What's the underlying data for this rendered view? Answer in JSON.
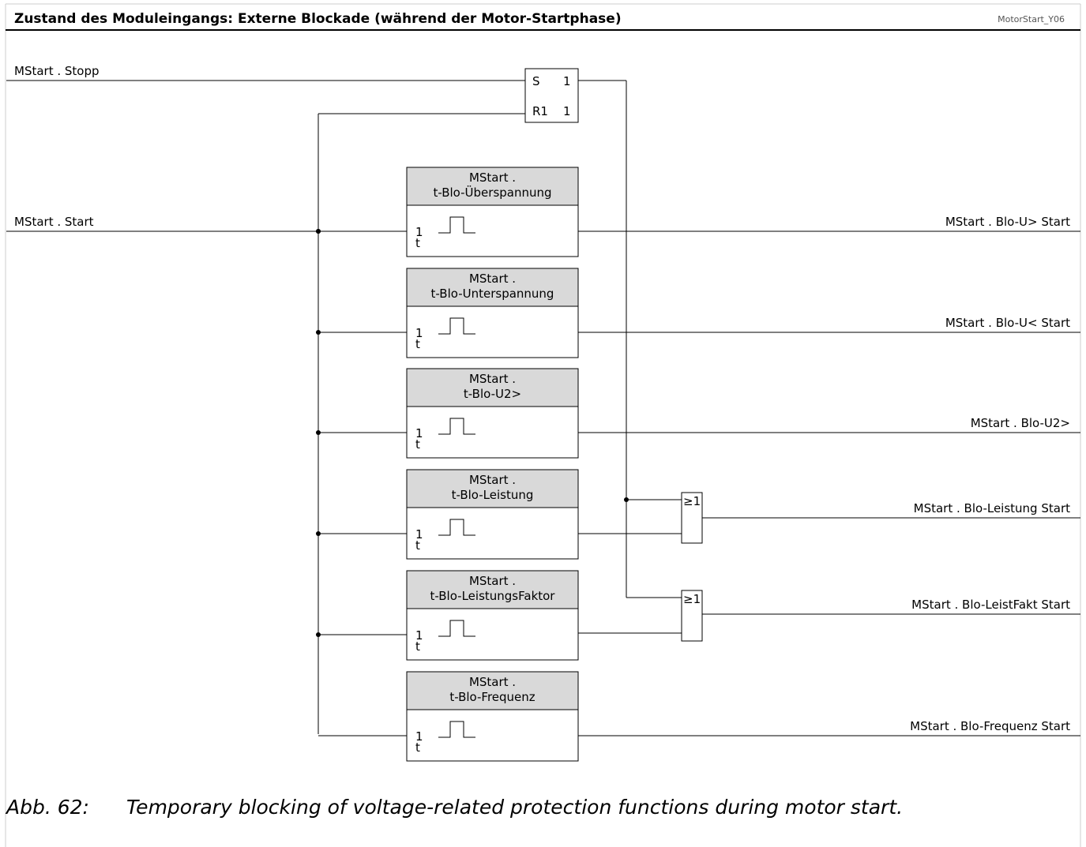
{
  "header": {
    "title": "Zustand des Moduleingangs: Externe Blockade (während der Motor-Startphase)",
    "ref": "MotorStart_Y06"
  },
  "inputs": {
    "stop": "MStart . Stopp",
    "start": "MStart . Start"
  },
  "flipflop": {
    "set_label": "S",
    "set_out": "1",
    "reset_label": "R1",
    "reset_out": "1"
  },
  "timers": [
    {
      "line1": "MStart .",
      "line2": "t-Blo-Überspannung",
      "in_label": "1",
      "t_label": "t"
    },
    {
      "line1": "MStart .",
      "line2": "t-Blo-Unterspannung",
      "in_label": "1",
      "t_label": "t"
    },
    {
      "line1": "MStart .",
      "line2": "t-Blo-U2>",
      "in_label": "1",
      "t_label": "t"
    },
    {
      "line1": "MStart .",
      "line2": "t-Blo-Leistung",
      "in_label": "1",
      "t_label": "t"
    },
    {
      "line1": "MStart .",
      "line2": "t-Blo-LeistungsFaktor",
      "in_label": "1",
      "t_label": "t"
    },
    {
      "line1": "MStart .",
      "line2": "t-Blo-Frequenz",
      "in_label": "1",
      "t_label": "t"
    }
  ],
  "or_gates": [
    {
      "label": "≥1"
    },
    {
      "label": "≥1"
    }
  ],
  "outputs": [
    "MStart . Blo-U> Start",
    "MStart . Blo-U< Start",
    "MStart . Blo-U2>",
    "MStart . Blo-Leistung Start",
    "MStart . Blo-LeistFakt Start",
    "MStart . Blo-Frequenz Start"
  ],
  "caption": {
    "number": "Abb. 62:",
    "text": "Temporary blocking of voltage-related protection functions during motor start."
  },
  "colors": {
    "line": "#000000",
    "block_header": "#d9d9d9",
    "border": "#cccccc"
  }
}
